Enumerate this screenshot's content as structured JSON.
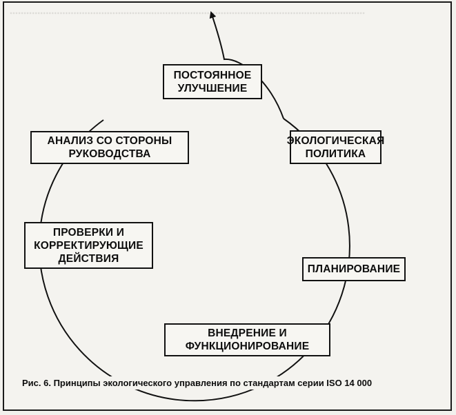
{
  "boxes": {
    "improvement": [
      "ПОСТОЯННОЕ",
      "УЛУЧШЕНИЕ"
    ],
    "policy": [
      "ЭКОЛОГИЧЕСКАЯ",
      "ПОЛИТИКА"
    ],
    "planning": [
      "ПЛАНИРОВАНИЕ"
    ],
    "implementation": [
      "ВНЕДРЕНИЕ И",
      "ФУНКЦИОНИРОВАНИЕ"
    ],
    "checking": [
      "ПРОВЕРКИ И",
      "КОРРЕКТИРУЮЩИЕ",
      "ДЕЙСТВИЯ"
    ],
    "review": [
      "АНАЛИЗ СО СТОРОНЫ",
      "РУКОВОДСТВА"
    ]
  },
  "caption": "Рис. 6. Принципы экологического управления по стандартам серии ISO 14 000",
  "stroke_color": "#111111",
  "background_color": "#f4f3ef"
}
